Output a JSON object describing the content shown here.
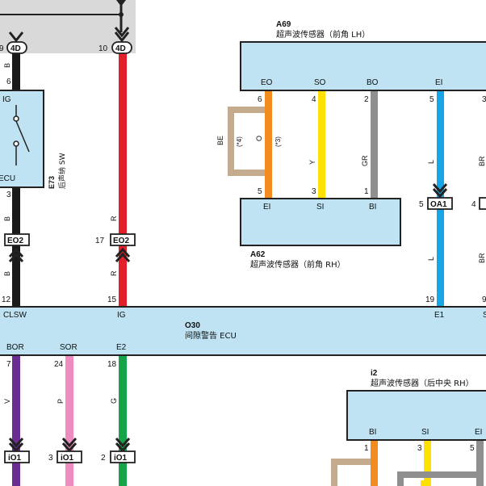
{
  "components": {
    "a69": {
      "id": "A69",
      "name": "超声波传感器（前角 LH）",
      "pins": [
        "EO",
        "SO",
        "BO",
        "EI"
      ],
      "pin_nums": [
        "6",
        "4",
        "2",
        "5",
        "3"
      ]
    },
    "a62": {
      "id": "A62",
      "name": "超声波传感器（前角 RH）",
      "pins": [
        "EI",
        "SI",
        "BI"
      ],
      "pin_nums": [
        "5",
        "3",
        "1"
      ]
    },
    "e73": {
      "id": "E73",
      "name": "后声纳 SW",
      "labels": [
        "IG",
        "ECU"
      ],
      "pin_nums": [
        "6",
        "3"
      ]
    },
    "o30": {
      "id": "O30",
      "name": "间隙警告 ECU",
      "top_pins": [
        "CLSW",
        "IG",
        "E1",
        "S"
      ],
      "top_nums": [
        "12",
        "15",
        "19",
        "9"
      ],
      "bottom_pins": [
        "BOR",
        "SOR",
        "E2"
      ],
      "bottom_nums": [
        "7",
        "24",
        "18"
      ]
    },
    "i2": {
      "id": "i2",
      "name": "超声波传感器（后中央 RH）",
      "pins": [
        "BI",
        "SI",
        "EI"
      ],
      "pin_nums": [
        "1",
        "3",
        "5"
      ]
    }
  },
  "connectors": {
    "c4d_left": {
      "label": "4D",
      "pin": "9"
    },
    "c4d_right": {
      "label": "4D",
      "pin": "10"
    },
    "eo2_left": {
      "label": "EO2"
    },
    "eo2_right": {
      "label": "EO2",
      "pin": "17"
    },
    "oa1": {
      "label": "OA1",
      "pin_left": "5",
      "pin_right": "4"
    },
    "io1_a": {
      "label": "iO1"
    },
    "io1_b": {
      "label": "iO1",
      "pin": "3"
    },
    "io1_c": {
      "label": "iO1",
      "pin": "2"
    }
  },
  "wires": {
    "black_top": "B",
    "black_mid": "B",
    "black_low": "B",
    "red_mid": "R",
    "red_low": "R",
    "be": "BE",
    "orange": "O",
    "yellow": "Y",
    "gray": "GR",
    "blue_top": "L",
    "blue_low": "L",
    "br_top": "BR",
    "br_low": "BR",
    "violet": "V",
    "pink": "P",
    "green": "G",
    "note4": "(*4)",
    "note3": "(*3)"
  },
  "colors": {
    "box_fill": "#bfe3f2",
    "black": "#1a1a1a",
    "red": "#e2202a",
    "orange": "#f28c1e",
    "yellow": "#ffe000",
    "gray": "#8f8f8f",
    "blue": "#16a5e6",
    "violet": "#6a2e93",
    "pink": "#ee8cc0",
    "green": "#17a34a",
    "beige": "#c4ab8e"
  }
}
